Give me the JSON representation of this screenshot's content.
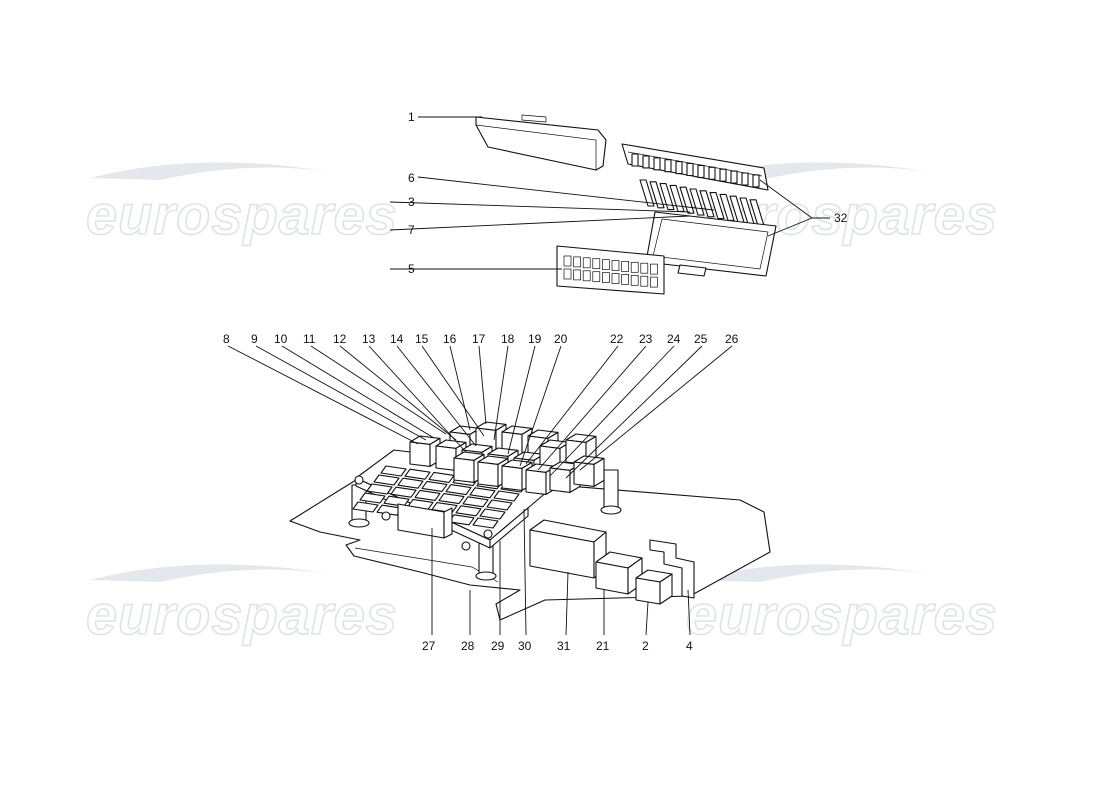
{
  "watermark": "eurospares",
  "callouts": {
    "c1": "1",
    "c2": "2",
    "c3": "3",
    "c4": "4",
    "c5": "5",
    "c6": "6",
    "c7": "7",
    "c8": "8",
    "c9": "9",
    "c10": "10",
    "c11": "11",
    "c12": "12",
    "c13": "13",
    "c14": "14",
    "c15": "15",
    "c16": "16",
    "c17": "17",
    "c18": "18",
    "c19": "19",
    "c20": "20",
    "c21": "21",
    "c22": "22",
    "c23": "23",
    "c24": "24",
    "c25": "25",
    "c26": "26",
    "c27": "27",
    "c28": "28",
    "c29": "29",
    "c30": "30",
    "c31": "31",
    "c32": "32"
  }
}
